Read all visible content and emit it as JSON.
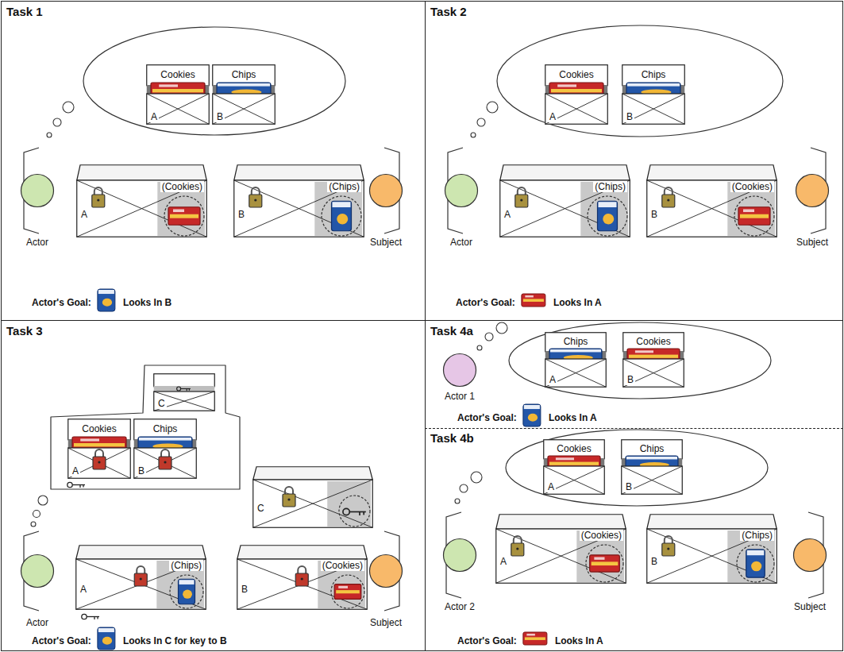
{
  "diagram": {
    "nodes": [
      {
        "text": [
          "Task 1"
        ]
      },
      {
        "text": [
          "Cookies",
          "A"
        ],
        "in": 0
      },
      {
        "text": [
          "Chips",
          "B"
        ],
        "in": 0
      },
      {
        "text": [
          "Actor"
        ],
        "in": 0
      },
      {
        "text": [
          "(Cookies)",
          "A"
        ],
        "in": 0
      },
      {
        "text": [
          "(Chips)",
          "B"
        ],
        "in": 0
      },
      {
        "text": [
          "Subject"
        ],
        "in": 0
      },
      {
        "text": [
          "Task 2"
        ]
      },
      {
        "text": [
          "Cookies",
          "A"
        ],
        "in": 7
      },
      {
        "text": [
          "Chips",
          "B"
        ],
        "in": 7
      },
      {
        "text": [
          "Actor"
        ],
        "in": 7
      },
      {
        "text": [
          "(Chips)",
          "A"
        ],
        "in": 7
      },
      {
        "text": [
          "(Cookies)",
          "B"
        ],
        "in": 7
      },
      {
        "text": [
          "Subject"
        ],
        "in": 7
      },
      {
        "text": [
          "Task 3"
        ]
      },
      {
        "text": [
          "C"
        ],
        "in": 14
      },
      {
        "text": [
          "Cookies",
          "A"
        ],
        "in": 14
      },
      {
        "text": [
          "Chips",
          "B"
        ],
        "in": 14
      },
      {
        "text": [
          "C"
        ],
        "in": 14
      },
      {
        "text": [
          "Actor"
        ],
        "in": 14
      },
      {
        "text": [
          "(Chips)",
          "A"
        ],
        "in": 14
      },
      {
        "text": [
          "(Cookies)",
          "B"
        ],
        "in": 14
      },
      {
        "text": [
          "Subject"
        ],
        "in": 14
      },
      {
        "text": [
          "Task 4a"
        ]
      },
      {
        "text": [
          "Actor 1"
        ],
        "in": 23
      },
      {
        "text": [
          "Chips",
          "A"
        ],
        "in": 23
      },
      {
        "text": [
          "Cookies",
          "B"
        ],
        "in": 23
      },
      {
        "text": [
          "Task 4b"
        ]
      },
      {
        "text": [
          "Cookies",
          "A"
        ],
        "in": 27
      },
      {
        "text": [
          "Chips",
          "B"
        ],
        "in": 27
      },
      {
        "text": [
          "Actor 2"
        ],
        "in": 27
      },
      {
        "text": [
          "(Cookies)",
          "A"
        ],
        "in": 27
      },
      {
        "text": [
          "(Chips)",
          "B"
        ],
        "in": 27
      },
      {
        "text": [
          "Subject"
        ],
        "in": 27
      }
    ],
    "labels": [
      "Actor's Goal:",
      "Looks In B",
      "Actor's Goal:",
      "Looks In A",
      "Actor's Goal:",
      "Looks In C for key to B",
      "Actor's Goal:",
      "Looks In A",
      "Actor's Goal:",
      "Looks In A"
    ]
  }
}
